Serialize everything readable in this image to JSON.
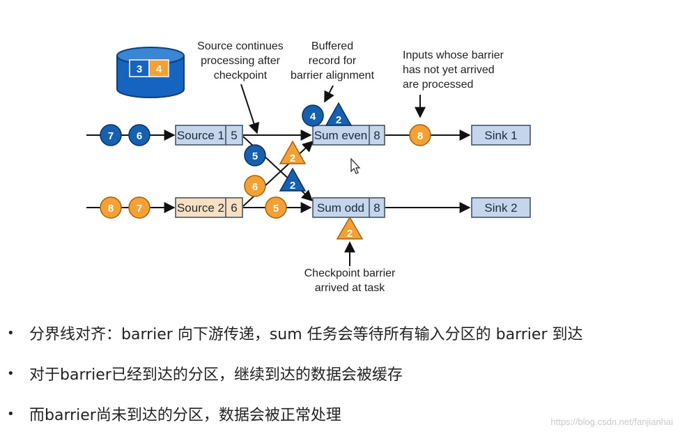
{
  "diagram": {
    "database": {
      "left_value": "3",
      "right_value": "4"
    },
    "annotations": {
      "source_continues": [
        "Source continues",
        "processing after",
        "checkpoint"
      ],
      "buffered": [
        "Buffered",
        "record for",
        "barrier alignment"
      ],
      "inputs_not_arrived": [
        "Inputs whose barrier",
        "has not yet arrived",
        "are processed"
      ],
      "barrier_arrived": [
        "Checkpoint barrier",
        "arrived at task"
      ]
    },
    "operators": {
      "source1": {
        "label": "Source 1",
        "value": "5"
      },
      "source2": {
        "label": "Source 2",
        "value": "6"
      },
      "sum_even": {
        "label": "Sum even",
        "value": "8"
      },
      "sum_odd": {
        "label": "Sum odd",
        "value": "8"
      },
      "sink1": {
        "label": "Sink 1"
      },
      "sink2": {
        "label": "Sink 2"
      }
    },
    "tokens": {
      "top_in_1": "7",
      "top_in_2": "6",
      "buffered_record": "4",
      "buffered_barrier": "2",
      "cross_blue_record": "5",
      "cross_blue_barrier": "2",
      "cross_orange_barrier": "2",
      "cross_orange_record": "6",
      "after_sum_even": "8",
      "bottom_in_1": "8",
      "bottom_in_2": "7",
      "after_source2": "5",
      "arrived_barrier": "2"
    },
    "colors": {
      "blue_token": "#1560b0",
      "orange_token": "#f5a032",
      "box_fill": "#c3d6ec",
      "source2_fill": "#fbe0c0",
      "db_blue": "#1565c0"
    }
  },
  "bullets": [
    "分界线对齐：barrier 向下游传递，sum 任务会等待所有输入分区的 barrier 到达",
    "对于barrier已经到达的分区，继续到达的数据会被缓存",
    "而barrier尚未到达的分区，数据会被正常处理"
  ],
  "watermark": "https://blog.csdn.net/fanjianhai"
}
